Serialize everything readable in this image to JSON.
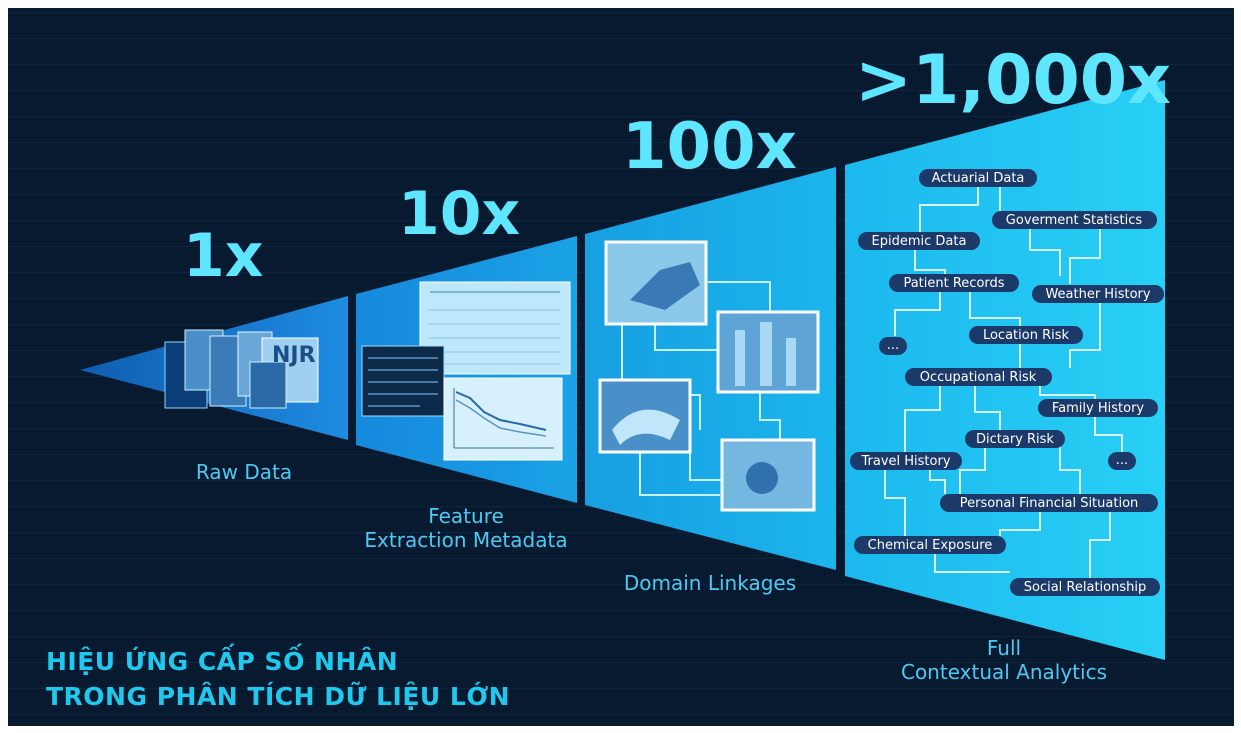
{
  "multipliers": [
    "1x",
    "10x",
    "100x",
    ">1,000x"
  ],
  "stages": [
    {
      "label": "Raw Data"
    },
    {
      "label_lines": [
        "Feature",
        "Extraction Metadata"
      ]
    },
    {
      "label": "Domain Linkages"
    },
    {
      "label_lines": [
        "Full",
        "Contextual Analytics"
      ]
    }
  ],
  "doc_text": "NJR",
  "tags": {
    "actuarial": "Actuarial Data",
    "gov": "Goverment Statistics",
    "epidemic": "Epidemic Data",
    "patient": "Patient Records",
    "weather": "Weather History",
    "ellipsis": "...",
    "location": "Location Risk",
    "occupational": "Occupational Risk",
    "family": "Family History",
    "dietary": "Dictary Risk",
    "travel": "Travel History",
    "financial": "Personal Financial Situation",
    "chemical": "Chemical Exposure",
    "social": "Social Relationship"
  },
  "title_lines": [
    "HIỆU ỨNG CẤP SỐ NHÂN",
    "TRONG PHÂN TÍCH DỮ LIỆU LỚN"
  ],
  "colors": {
    "background": "#081a30",
    "segment_1": "#1c82d8",
    "segment_2": "#1596e0",
    "segment_3": "#18b0e8",
    "segment_4": "#1ec3ef",
    "tag_fill": "#1b3a6a",
    "accent": "#5fe6ff"
  }
}
